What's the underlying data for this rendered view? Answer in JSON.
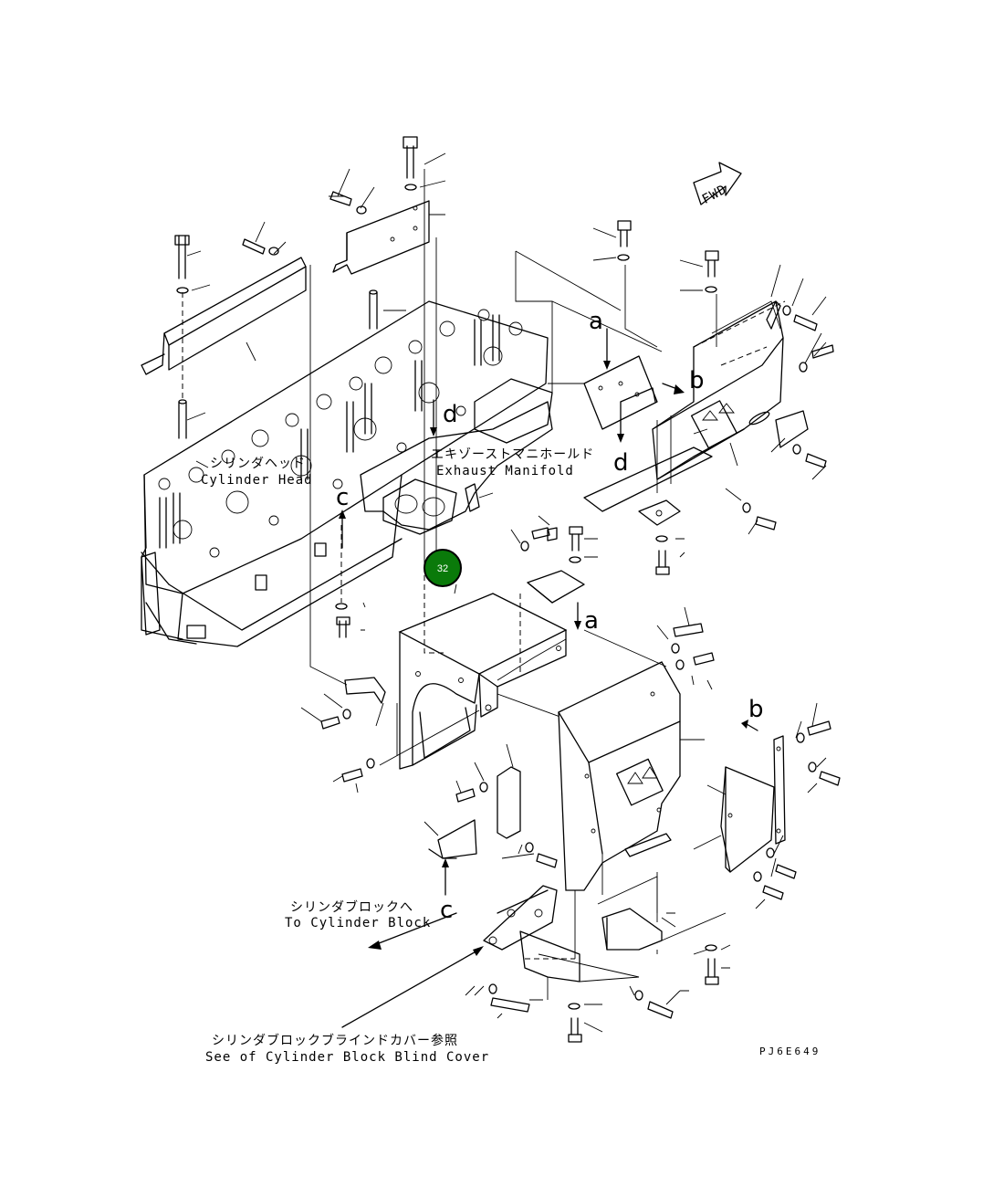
{
  "labels": {
    "cylinder_head_jp": "シリンダヘッド",
    "cylinder_head_en": "Cylinder Head",
    "exhaust_manifold_jp": "エキゾーストマニホールド",
    "exhaust_manifold_en": "Exhaust Manifold",
    "to_cylinder_block_jp": "シリンダブロックへ",
    "to_cylinder_block_en": "To Cylinder Block",
    "blind_cover_jp": "シリンダブロックブラインドカバー参照",
    "blind_cover_en": "See of Cylinder Block Blind Cover",
    "fwd": "FWD",
    "drawing_code": "PJ6E649"
  },
  "view_letters": {
    "a": "a",
    "b": "b",
    "c": "c",
    "d": "d"
  },
  "callout": {
    "number": "32",
    "color": "#0a7a0a"
  }
}
